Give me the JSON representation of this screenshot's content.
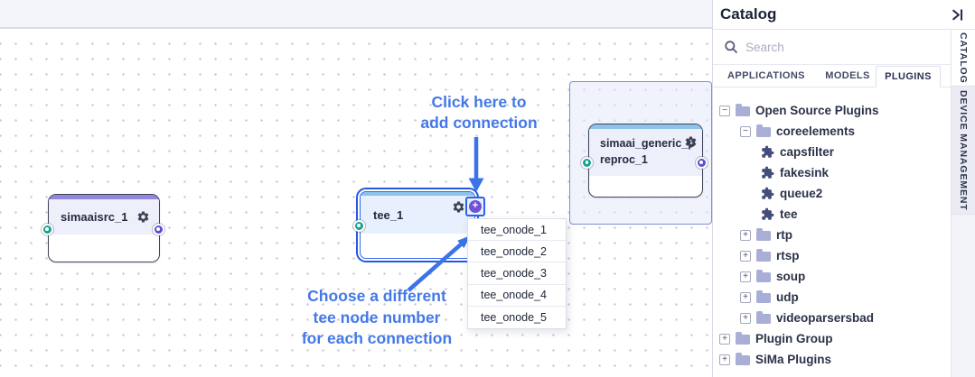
{
  "canvas": {
    "nodes": [
      {
        "title": "simaaisrc_1"
      },
      {
        "title": "tee_1"
      },
      {
        "title": "simaai_generic_preproc_1"
      }
    ],
    "tee_dropdown": {
      "items": [
        "tee_onode_1",
        "tee_onode_2",
        "tee_onode_3",
        "tee_onode_4",
        "tee_onode_5"
      ]
    },
    "annotations": {
      "click": {
        "lines": [
          "Click here to",
          "add connection"
        ]
      },
      "choose": {
        "lines": [
          "Choose a different",
          "tee node number",
          "for each connection"
        ]
      }
    }
  },
  "catalog": {
    "title": "Catalog",
    "search": {
      "placeholder": "Search"
    },
    "tabs": [
      {
        "label": "APPLICATIONS",
        "selected": false
      },
      {
        "label": "MODELS",
        "selected": false
      },
      {
        "label": "PLUGINS",
        "selected": true
      }
    ],
    "tree": [
      {
        "level": 0,
        "expander": "minus",
        "icon": "folder",
        "label": "Open Source Plugins"
      },
      {
        "level": 1,
        "expander": "minus",
        "icon": "folder",
        "label": "coreelements"
      },
      {
        "level": 2,
        "expander": "none",
        "icon": "puzzle",
        "label": "capsfilter"
      },
      {
        "level": 2,
        "expander": "none",
        "icon": "puzzle",
        "label": "fakesink"
      },
      {
        "level": 2,
        "expander": "none",
        "icon": "puzzle",
        "label": "queue2"
      },
      {
        "level": 2,
        "expander": "none",
        "icon": "puzzle",
        "label": "tee"
      },
      {
        "level": 1,
        "expander": "plus",
        "icon": "folder",
        "label": "rtp"
      },
      {
        "level": 1,
        "expander": "plus",
        "icon": "folder",
        "label": "rtsp"
      },
      {
        "level": 1,
        "expander": "plus",
        "icon": "folder",
        "label": "soup"
      },
      {
        "level": 1,
        "expander": "plus",
        "icon": "folder",
        "label": "udp"
      },
      {
        "level": 1,
        "expander": "plus",
        "icon": "folder",
        "label": "videoparsersbad"
      },
      {
        "level": 0,
        "expander": "plus",
        "icon": "folder",
        "label": "Plugin Group"
      },
      {
        "level": 0,
        "expander": "plus",
        "icon": "folder",
        "label": "SiMa Plugins"
      }
    ],
    "side_tabs": [
      {
        "label": "CATALOG",
        "selected": true
      },
      {
        "label": "DEVICE MANAGEMENT",
        "selected": false
      }
    ]
  },
  "colors": {
    "annotation_blue": "#4478e8",
    "selection_blue": "#2457e3",
    "port_green": "#17a38f",
    "port_purple": "#5a4fd0",
    "node_bar_purple": "#9287de",
    "node_bar_blue": "#8dc3eb"
  }
}
